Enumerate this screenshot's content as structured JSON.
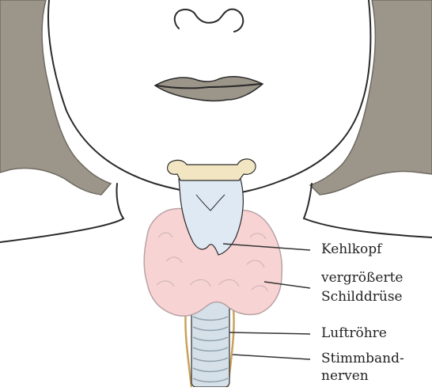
{
  "labels": {
    "larynx": "Kehlkopf",
    "thyroid_line1": "vergrößerte",
    "thyroid_line2": "Schilddrüse",
    "trachea": "Luftröhre",
    "nerves_line1": "Stimmband-",
    "nerves_line2": "nerven"
  },
  "colors": {
    "hair": "#9c9589",
    "hair_dark": "#6f6a61",
    "outline": "#2a2a2a",
    "thyroid": "#f7d3d4",
    "thyroid_outline": "#b9a2a4",
    "larynx": "#dfe9f4",
    "hyoid": "#f1e5c2",
    "trachea": "#d6e0e8",
    "nerve": "#c9a25a",
    "leader": "#333333"
  }
}
